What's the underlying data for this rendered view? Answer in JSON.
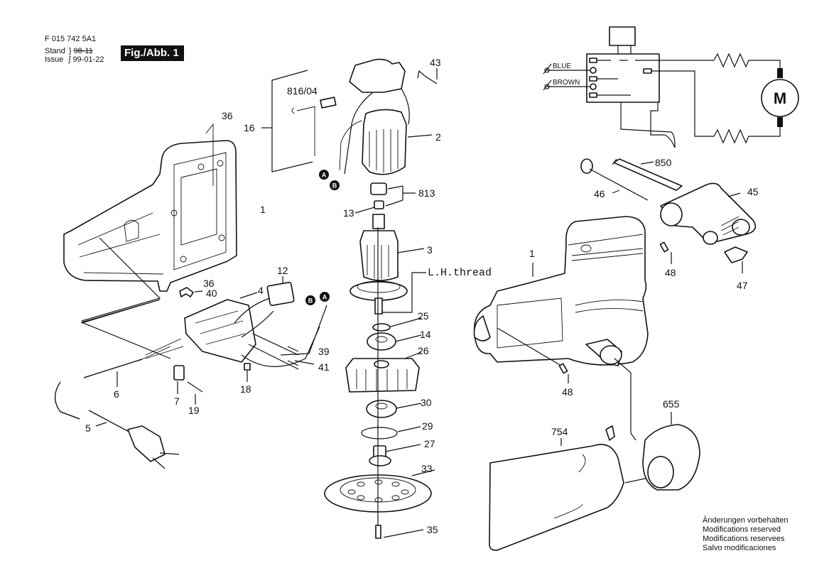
{
  "header": {
    "document_number": "F 015 742 5A1",
    "stand_label": "Stand",
    "stand_value": "98-11",
    "issue_label": "Issue",
    "issue_value": "99-01-22",
    "figure_label": "Fig./Abb. 1"
  },
  "wiring": {
    "wire_1": "BLUE",
    "wire_2": "BROWN",
    "motor_symbol": "M"
  },
  "annotations": {
    "thread_note": "L.H.thread",
    "connector_a": "A",
    "connector_b": "B"
  },
  "callouts": {
    "p43": "43",
    "p816": "816/04",
    "p16": "16",
    "p36a": "36",
    "p36b": "36",
    "p2": "2",
    "p813": "813",
    "p13": "13",
    "p1a": "1",
    "p3": "3",
    "p12": "12",
    "p4": "4",
    "p40": "40",
    "p25": "25",
    "p14": "14",
    "p26": "26",
    "p39": "39",
    "p41": "41",
    "p18": "18",
    "p6": "6",
    "p7": "7",
    "p19": "19",
    "p30": "30",
    "p29": "29",
    "p27": "27",
    "p5": "5",
    "p33": "33",
    "p35": "35",
    "p850": "850",
    "p46": "46",
    "p45": "45",
    "p1b": "1",
    "p48a": "48",
    "p47": "47",
    "p48b": "48",
    "p655": "655",
    "p754": "754"
  },
  "notes": {
    "line_de": "Änderungen vorbehalten",
    "line_en": "Modifications reserved",
    "line_fr": "Modifications reservees",
    "line_es": "Salvo modificaciones"
  }
}
